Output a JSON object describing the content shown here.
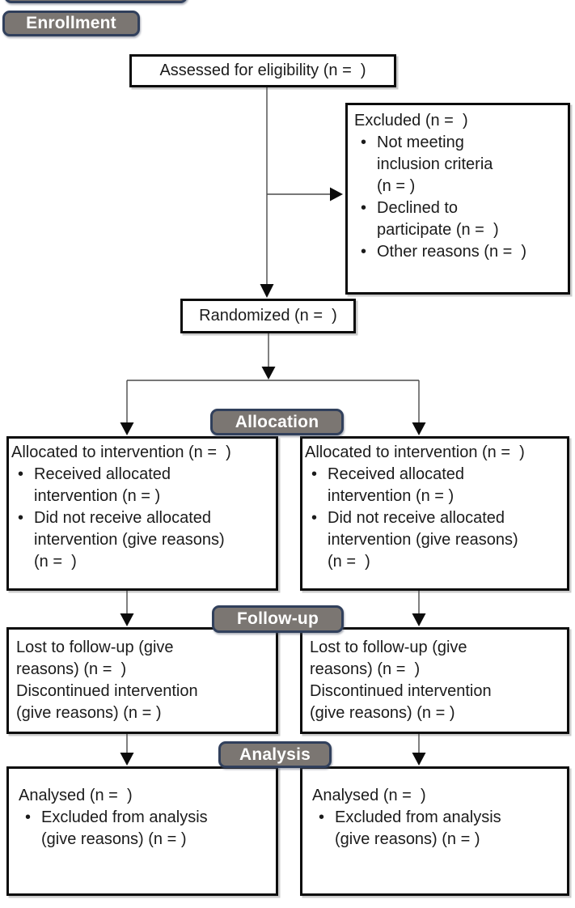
{
  "stages": {
    "enrollment": "Enrollment",
    "allocation": "Allocation",
    "followup": "Follow-up",
    "analysis": "Analysis"
  },
  "glyphs": {
    "bullet": "•"
  },
  "colors": {
    "stage_label_fill": "#7b7672",
    "stage_label_border": "#31405c",
    "stage_label_text": "#ffffff",
    "box_border": "#0c0c0c",
    "box_fill": "#ffffff",
    "text": "#1b1b1b",
    "arrow_line": "#4a4a4a",
    "arrow_head": "#0c0c0c"
  },
  "boxes": {
    "assessed": {
      "title": "Assessed for eligibility (n =  )"
    },
    "excluded": {
      "title": "Excluded (n =  )",
      "bullets": [
        "Not meeting\ninclusion criteria\n(n = )",
        "Declined to\nparticipate (n =  )",
        "Other reasons (n =  )"
      ]
    },
    "randomized": {
      "title": "Randomized (n =  )"
    }
  },
  "arms": {
    "left": {
      "allocation": {
        "title": "Allocated to intervention (n =  )",
        "bullets": [
          "Received allocated\nintervention (n = )",
          "Did not receive allocated\nintervention (give reasons)\n(n =  )"
        ]
      },
      "followup": {
        "lines": [
          "Lost to follow-up (give\nreasons) (n =  )",
          "Discontinued intervention\n(give reasons) (n = )"
        ]
      },
      "analysis": {
        "title": "Analysed (n =  )",
        "bullets": [
          "Excluded from analysis\n(give reasons) (n = )"
        ]
      }
    },
    "right": {
      "allocation": {
        "title": "Allocated to intervention (n =  )",
        "bullets": [
          "Received allocated\nintervention (n = )",
          "Did not receive allocated\nintervention (give reasons)\n(n =  )"
        ]
      },
      "followup": {
        "lines": [
          "Lost to follow-up (give\nreasons) (n =  )",
          "Discontinued intervention\n(give reasons) (n = )"
        ]
      },
      "analysis": {
        "title": "Analysed (n =  )",
        "bullets": [
          "Excluded from analysis\n(give reasons) (n = )"
        ]
      }
    }
  }
}
